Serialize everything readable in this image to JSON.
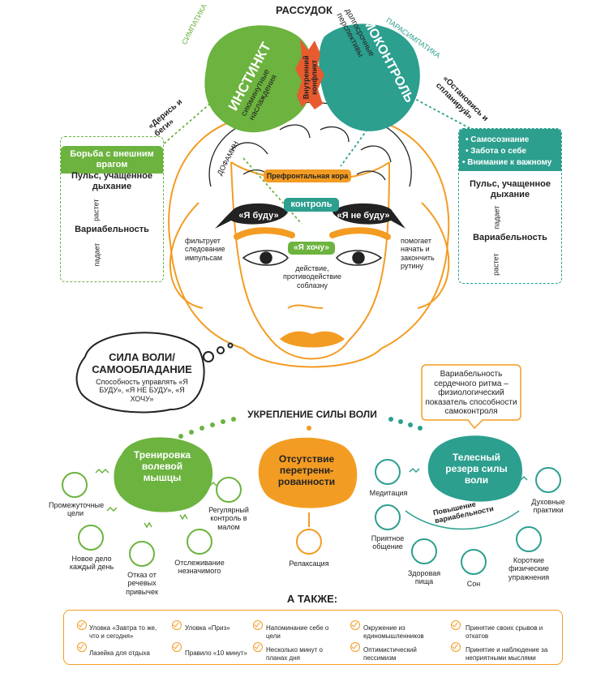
{
  "colors": {
    "green": "#6cb33f",
    "teal": "#2c9f8f",
    "orange": "#f39c23",
    "dark": "#222222",
    "red": "#e85b2f"
  },
  "header": {
    "title": "РАССУДОК",
    "left_system": "СИМПАТИКА",
    "right_system": "ПАРАСИМПАТИКА",
    "conflict": "Внутренний конфликт"
  },
  "instinct": {
    "title": "ИНСТИНКТ",
    "subtitle": "сиюминутные наслаждения",
    "slogan": "«Дерись и беги»"
  },
  "selfcontrol": {
    "title": "САМОКОНТРОЛЬ",
    "subtitle": "долгосрочные перспективы",
    "slogan": "«Остановись и спланируй»"
  },
  "brain": {
    "dopamine": "ДОФАМИН",
    "cortex": "Префронтальная кора",
    "control": "контроль",
    "will": "«Я буду»",
    "wont": "«Я не буду»",
    "want": "«Я хочу»",
    "left_note": "фильтрует следование импульсам",
    "right_note": "помогает начать и закончить рутину",
    "center_note": "действие, противодействие соблазну"
  },
  "left_card": {
    "header": "Борьба с внешним врагом",
    "pulse": "Пульс, учащенное дыхание",
    "rises": "растет",
    "variability": "Вариабельность",
    "falls": "падает"
  },
  "right_card": {
    "items": [
      "• Самосознание",
      "• Забота о себе",
      "• Внимание к важному"
    ],
    "pulse": "Пульс, учащенное дыхание",
    "falls": "падает",
    "variability": "Вариабельность",
    "rises": "растет"
  },
  "willpower": {
    "title": "СИЛА ВОЛИ/ САМООБЛАДАНИЕ",
    "desc": "Способность управлять «Я БУДУ», «Я НЕ БУДУ», «Я ХОЧУ»"
  },
  "hrv_note": "Вариабельность сердечного ритма – физиологический показатель способности самоконтроля",
  "strengthening": {
    "title": "УКРЕПЛЕНИЕ СИЛЫ ВОЛИ",
    "training": {
      "title": "Тренировка волевой мышцы",
      "items": [
        "Промежуточные цели",
        "Новое дело каждый день",
        "Отказ от речевых привычек",
        "Отслеживание незначимого",
        "Регулярный контроль в малом"
      ]
    },
    "rest": {
      "title": "Отсутствие перетрени-рованности",
      "items": [
        "Релаксация"
      ]
    },
    "body": {
      "title": "Телесный резерв силы воли",
      "arc": "Повышение вариабельности",
      "items": [
        "Медитация",
        "Приятное общение",
        "Здоровая пища",
        "Сон",
        "Короткие физические упражнения",
        "Духовные практики"
      ]
    }
  },
  "also": {
    "title": "А ТАКЖЕ:",
    "items": [
      "Уловка «Завтра то же, что и сегодня»",
      "Лазейка для отдыха",
      "Уловка «Приз»",
      "Правило «10 минут»",
      "Напоминание себе о цели",
      "Несколько минут о планах дня",
      "Окружение из единомышленников",
      "Оптимистический пессимизм",
      "Принятие своих срывов и откатов",
      "Принятие и наблюдение за неприятными мыслями"
    ]
  }
}
